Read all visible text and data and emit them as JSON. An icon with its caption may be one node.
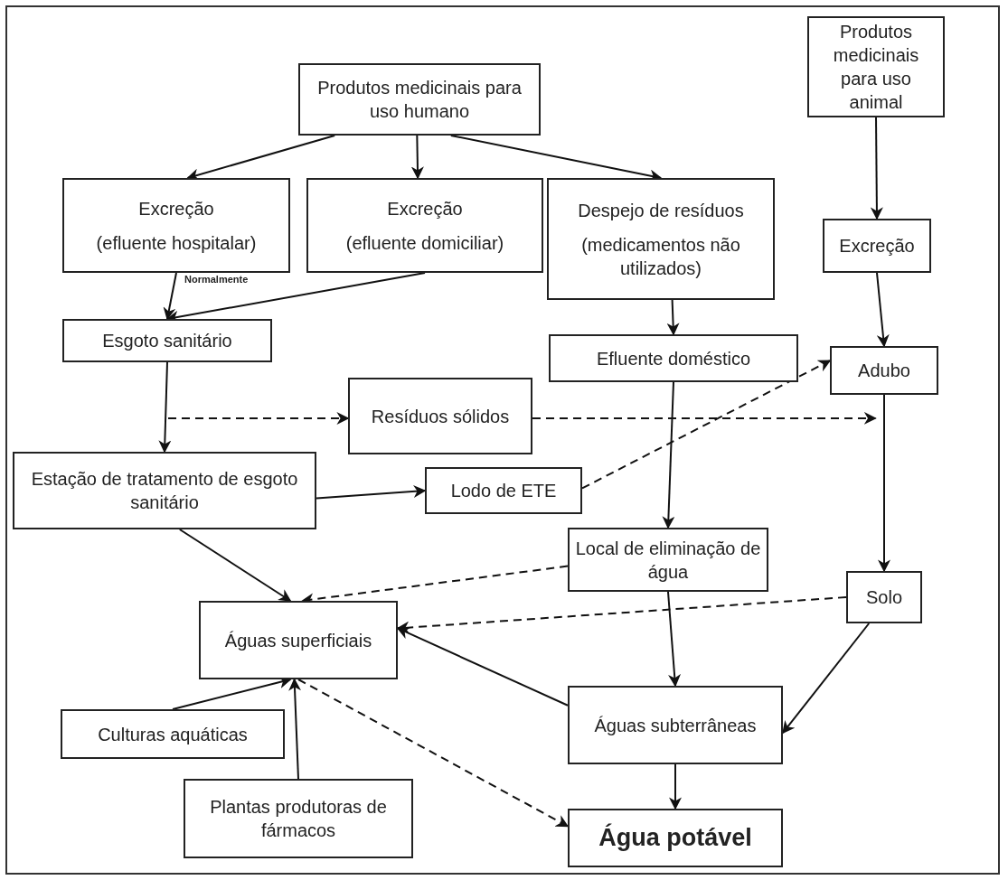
{
  "diagram": {
    "nodes": [
      {
        "text": [
          "Produtos medicinais para uso humano"
        ]
      },
      {
        "text": [
          "Produtos medicinais para uso animal"
        ]
      },
      {
        "text": [
          "Excreção",
          "(efluente hospitalar)"
        ]
      },
      {
        "text": [
          "Excreção",
          "(efluente domiciliar)"
        ]
      },
      {
        "text": [
          "Despejo de resíduos",
          "(medicamentos não utilizados)"
        ]
      },
      {
        "text": [
          "Excreção"
        ]
      },
      {
        "text": [
          "Esgoto sanitário"
        ]
      },
      {
        "text": [
          "Efluente doméstico"
        ]
      },
      {
        "text": [
          "Adubo"
        ]
      },
      {
        "text": [
          "Resíduos sólidos"
        ]
      },
      {
        "text": [
          "Estação de tratamento de esgoto sanitário"
        ]
      },
      {
        "text": [
          "Lodo de ETE"
        ]
      },
      {
        "text": [
          "Local de eliminação de água"
        ]
      },
      {
        "text": [
          "Águas superficiais"
        ]
      },
      {
        "text": [
          "Solo"
        ]
      },
      {
        "text": [
          "Culturas aquáticas"
        ]
      },
      {
        "text": [
          "Águas subterrâneas"
        ]
      },
      {
        "text": [
          "Plantas produtoras de fármacos"
        ]
      },
      {
        "text": [
          "Água potável"
        ]
      }
    ],
    "edges": [
      {
        "from": 0,
        "to": 2,
        "arrow": "to"
      },
      {
        "from": 0,
        "to": 3,
        "arrow": "to"
      },
      {
        "from": 0,
        "to": 4,
        "arrow": "to"
      },
      {
        "from": 1,
        "to": 5,
        "arrow": "to"
      },
      {
        "from": 5,
        "to": 8,
        "arrow": "to"
      },
      {
        "from": 2,
        "to": 6,
        "arrow": "to",
        "label": "Normalmente"
      },
      {
        "from": 3,
        "to": 6,
        "arrow": "to"
      },
      {
        "from": 4,
        "to": 7,
        "arrow": "to"
      },
      {
        "from": 6,
        "to": 10,
        "arrow": "to"
      },
      {
        "from": null,
        "to": 9,
        "arrow": "to",
        "style": "dashed"
      },
      {
        "from": 9,
        "to": 8,
        "arrow": "to",
        "style": "dashed"
      },
      {
        "from": 10,
        "to": 11,
        "arrow": "to"
      },
      {
        "from": 11,
        "to": 8,
        "arrow": "to",
        "style": "dashed"
      },
      {
        "from": 7,
        "to": 12,
        "arrow": "to"
      },
      {
        "from": 8,
        "to": 14,
        "arrow": "to"
      },
      {
        "from": 10,
        "to": 13,
        "arrow": "to"
      },
      {
        "from": 12,
        "to": 13,
        "arrow": "to",
        "style": "dashed"
      },
      {
        "from": 12,
        "to": 16,
        "arrow": "to"
      },
      {
        "from": 14,
        "to": 13,
        "arrow": "to",
        "style": "dashed"
      },
      {
        "from": 14,
        "to": 16,
        "arrow": "to"
      },
      {
        "from": 16,
        "to": 13,
        "arrow": "to"
      },
      {
        "from": 15,
        "to": 13,
        "arrow": "to"
      },
      {
        "from": 17,
        "to": 13,
        "arrow": "to"
      },
      {
        "from": 16,
        "to": 18,
        "arrow": "to"
      },
      {
        "from": 13,
        "to": 18,
        "arrow": "to",
        "style": "dashed"
      }
    ]
  }
}
